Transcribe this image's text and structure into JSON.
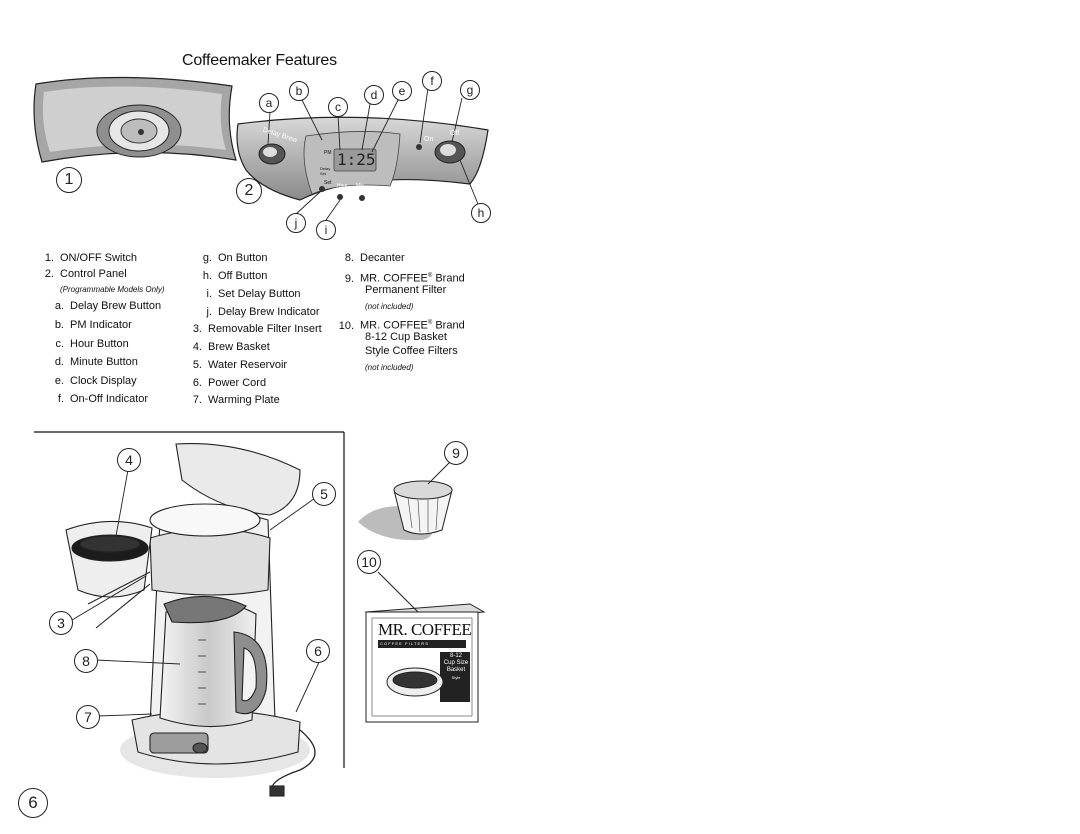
{
  "page": {
    "title": "Coffeemaker Features",
    "page_number": "6"
  },
  "callouts": {
    "one": "1",
    "two": "2",
    "three": "3",
    "four": "4",
    "five": "5",
    "six": "6",
    "seven": "7",
    "eight": "8",
    "nine": "9",
    "ten": "10",
    "a": "a",
    "b": "b",
    "c": "c",
    "d": "d",
    "e": "e",
    "f": "f",
    "g": "g",
    "h": "h",
    "i": "i",
    "j": "j"
  },
  "panel": {
    "delay_brew_label": "Delay Brew",
    "on_label": "On",
    "off_label": "Off",
    "pm_label": "PM",
    "clock_display": "1:25",
    "hour_label": "Hour",
    "min_label": "Min.",
    "delay_set_label": "Delay Set",
    "set_label": "Set"
  },
  "legend": {
    "col1": [
      {
        "num": "1.",
        "text": "ON/OFF Switch"
      },
      {
        "num": "2.",
        "text": "Control Panel"
      },
      {
        "num": "",
        "text": "(Programmable Models Only)"
      },
      {
        "num": "a.",
        "text": "Delay Brew Button"
      },
      {
        "num": "b.",
        "text": "PM Indicator"
      },
      {
        "num": "c.",
        "text": "Hour Button"
      },
      {
        "num": "d.",
        "text": "Minute Button"
      },
      {
        "num": "e.",
        "text": "Clock Display"
      },
      {
        "num": "f.",
        "text": "On-Off Indicator"
      }
    ],
    "col2": [
      {
        "num": "g.",
        "text": "On Button"
      },
      {
        "num": "h.",
        "text": "Off Button"
      },
      {
        "num": "i.",
        "text": "Set Delay Button"
      },
      {
        "num": "j.",
        "text": "Delay Brew Indicator"
      },
      {
        "num": "3.",
        "text": "Removable Filter Insert"
      },
      {
        "num": "4.",
        "text": "Brew Basket"
      },
      {
        "num": "5.",
        "text": "Water Reservoir"
      },
      {
        "num": "6.",
        "text": "Power Cord"
      },
      {
        "num": "7.",
        "text": "Warming Plate"
      }
    ],
    "col3": {
      "item8_num": "8.",
      "item8_text": "Decanter",
      "item9_num": "9.",
      "item9_brand": "MR. COFFEE",
      "item9_reg": "®",
      "item9_brand_suffix": "Brand",
      "item9_line2": "Permanent Filter",
      "item9_note": "(not included)",
      "item10_num": "10.",
      "item10_brand": "MR. COFFEE",
      "item10_reg": "®",
      "item10_brand_suffix": "Brand",
      "item10_line2": "8-12 Cup Basket",
      "item10_line3": "Style Coffee Filters",
      "item10_note": "(not included)"
    }
  },
  "filter_box": {
    "brand": "MR. COFFEE",
    "subtitle": "C O F F E E   F I L T E R S",
    "size": "8-12",
    "size_line2": "Cup Size",
    "size_line3": "Basket",
    "size_line4": "Style"
  }
}
